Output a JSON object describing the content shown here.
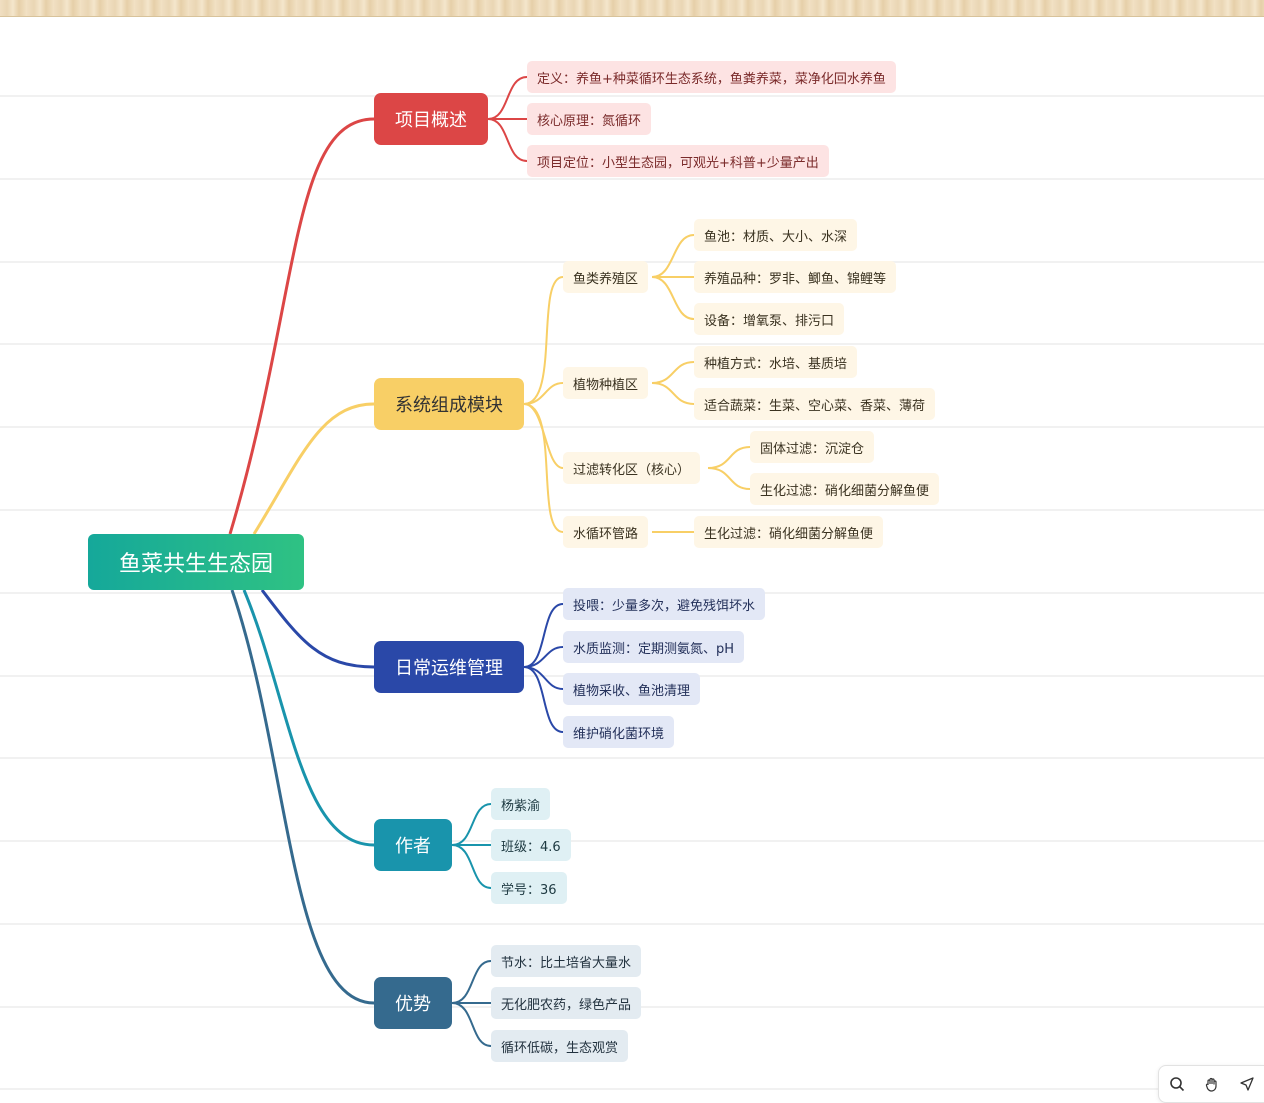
{
  "root": {
    "label": "鱼菜共生生态园"
  },
  "branches": [
    {
      "label": "项目概述",
      "items": [
        "定义：养鱼+种菜循环生态系统，鱼粪养菜，菜净化回水养鱼",
        "核心原理：氮循环",
        "项目定位：小型生态园，可观光+科普+少量产出"
      ]
    },
    {
      "label": "系统组成模块",
      "groups": [
        {
          "label": "鱼类养殖区",
          "items": [
            "鱼池：材质、大小、水深",
            "养殖品种：罗非、鲫鱼、锦鲤等",
            "设备：增氧泵、排污口"
          ]
        },
        {
          "label": "植物种植区",
          "items": [
            "种植方式：水培、基质培",
            "适合蔬菜：生菜、空心菜、香菜、薄荷"
          ]
        },
        {
          "label": "过滤转化区（核心）",
          "items": [
            "固体过滤：沉淀仓",
            "生化过滤：硝化细菌分解鱼便"
          ]
        },
        {
          "label": "水循环管路",
          "items": [
            "生化过滤：硝化细菌分解鱼便"
          ]
        }
      ]
    },
    {
      "label": "日常运维管理",
      "items": [
        "投喂：少量多次，避免残饵坏水",
        "水质监测：定期测氨氮、pH",
        "植物采收、鱼池清理",
        "维护硝化菌环境"
      ]
    },
    {
      "label": "作者",
      "items": [
        "杨紫渝",
        "班级：4.6",
        "学号：36"
      ]
    },
    {
      "label": "优势",
      "items": [
        "节水：比土培省大量水",
        "无化肥农药，绿色产品",
        "循环低碳，生态观赏"
      ]
    }
  ],
  "colors": {
    "red": "#dc4646",
    "yellow": "#f8cf66",
    "blue": "#2a48a8",
    "teal": "#1994ac",
    "slate": "#356a8e"
  },
  "toolbar": {
    "icons": [
      "search-icon",
      "hand-icon",
      "send-icon"
    ]
  }
}
